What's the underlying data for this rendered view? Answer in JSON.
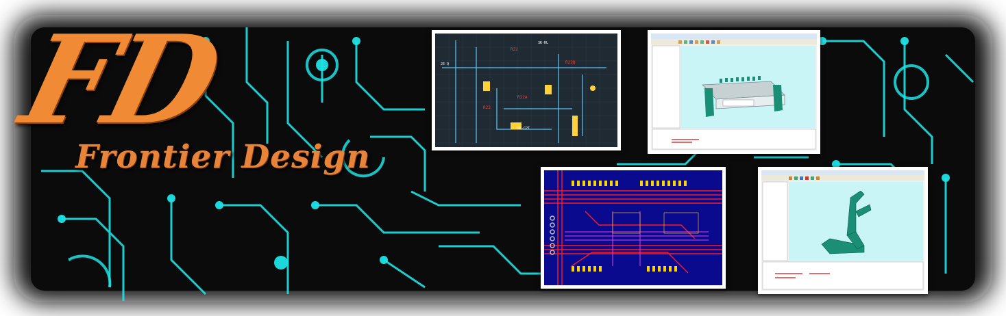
{
  "banner": {
    "logo_initials": "FD",
    "company_name": "Frontier Design",
    "colors": {
      "logo_orange": "#f08a34",
      "circuit_cyan": "#1ee3e6",
      "background": "#0b0b0c"
    }
  },
  "screenshots": [
    {
      "id": "schematic",
      "description_icon": "electrical-schematic-image"
    },
    {
      "id": "cad-model-1",
      "description_icon": "3d-cad-window-image"
    },
    {
      "id": "pcb-layout",
      "description_icon": "pcb-layout-image"
    },
    {
      "id": "cad-model-2",
      "description_icon": "3d-cad-window-image"
    }
  ]
}
